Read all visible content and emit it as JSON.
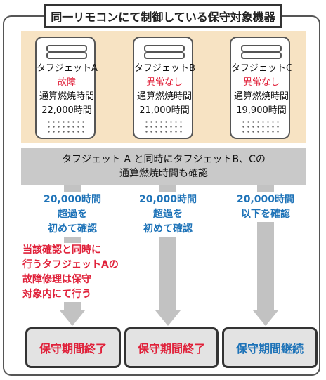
{
  "title": "同一リモコンにて制御している保守対象機器",
  "devices": [
    {
      "name": "タフジェットA",
      "status": "故障",
      "hours_label": "通算燃焼時間",
      "hours": "22,000時間"
    },
    {
      "name": "タフジェットB",
      "status": "異常なし",
      "hours_label": "通算燃焼時間",
      "hours": "21,000時間"
    },
    {
      "name": "タフジェットC",
      "status": "異常なし",
      "hours_label": "通算燃焼時間",
      "hours": "19,900時間"
    }
  ],
  "banner": {
    "line1": "タフジェット A と同時にタフジェットB、Cの",
    "line2": "通算燃焼時間も確認"
  },
  "checks": [
    {
      "line1": "20,000時間",
      "line2": "超過を",
      "line3": "初めて確認"
    },
    {
      "line1": "20,000時間",
      "line2": "超過を",
      "line3": "初めて確認"
    },
    {
      "line1": "20,000時間",
      "line2": "以下を確認",
      "line3": ""
    }
  ],
  "note": [
    "当該確認と同時に",
    "行うタフジェットAの",
    "故障修理は保守",
    "対象内にて行う"
  ],
  "results": [
    {
      "label": "保守期間終了",
      "color": "#e0213a"
    },
    {
      "label": "保守期間終了",
      "color": "#e0213a"
    },
    {
      "label": "保守期間継続",
      "color": "#1e73b8"
    }
  ]
}
